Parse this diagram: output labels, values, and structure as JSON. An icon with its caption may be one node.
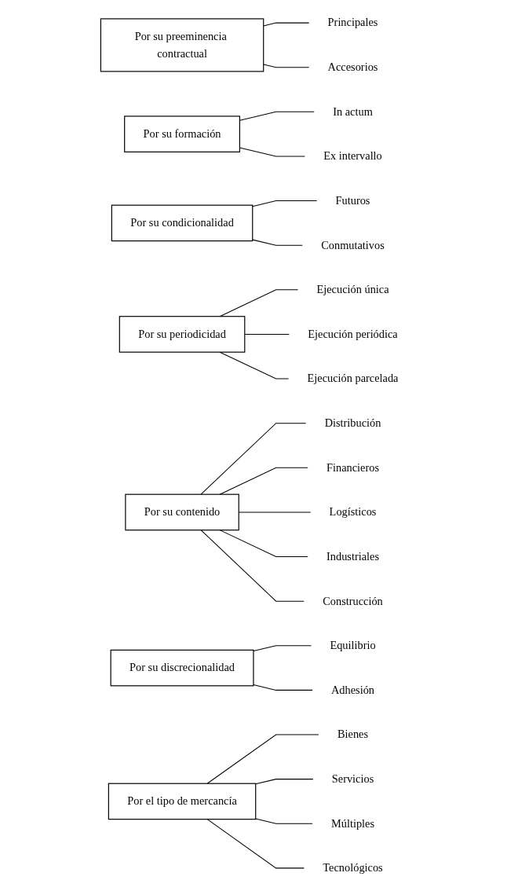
{
  "diagram": {
    "nodes": [
      {
        "text": [
          "Por su preeminencia contractual"
        ]
      },
      {
        "text": [
          "Principales"
        ]
      },
      {
        "text": [
          "Accesorios"
        ]
      },
      {
        "text": [
          "Por su formación"
        ]
      },
      {
        "text": [
          "In actum"
        ]
      },
      {
        "text": [
          "Ex intervallo"
        ]
      },
      {
        "text": [
          "Por su condicionalidad"
        ]
      },
      {
        "text": [
          "Futuros"
        ]
      },
      {
        "text": [
          "Conmutativos"
        ]
      },
      {
        "text": [
          "Por su periodicidad"
        ]
      },
      {
        "text": [
          "Ejecución única"
        ]
      },
      {
        "text": [
          "Ejecución periódica"
        ]
      },
      {
        "text": [
          "Ejecución parcelada"
        ]
      },
      {
        "text": [
          "Por su contenido"
        ]
      },
      {
        "text": [
          "Distribución"
        ]
      },
      {
        "text": [
          "Financieros"
        ]
      },
      {
        "text": [
          "Logísticos"
        ]
      },
      {
        "text": [
          "Industriales"
        ]
      },
      {
        "text": [
          "Construcción"
        ]
      },
      {
        "text": [
          "Por su discrecionalidad"
        ]
      },
      {
        "text": [
          "Equilibrio"
        ]
      },
      {
        "text": [
          "Adhesión"
        ]
      },
      {
        "text": [
          "Por el tipo de mercancía"
        ]
      },
      {
        "text": [
          "Bienes"
        ]
      },
      {
        "text": [
          "Servicios"
        ]
      },
      {
        "text": [
          "Múltiples"
        ]
      },
      {
        "text": [
          "Tecnológicos"
        ]
      }
    ],
    "edges": [
      {
        "from": 0,
        "to": 1,
        "arrow": "none"
      },
      {
        "from": 0,
        "to": 2,
        "arrow": "none"
      },
      {
        "from": 3,
        "to": 4,
        "arrow": "none"
      },
      {
        "from": 3,
        "to": 5,
        "arrow": "none"
      },
      {
        "from": 6,
        "to": 7,
        "arrow": "none"
      },
      {
        "from": 6,
        "to": 8,
        "arrow": "none"
      },
      {
        "from": 9,
        "to": 10,
        "arrow": "none"
      },
      {
        "from": 9,
        "to": 11,
        "arrow": "none"
      },
      {
        "from": 9,
        "to": 12,
        "arrow": "none"
      },
      {
        "from": 13,
        "to": 14,
        "arrow": "none"
      },
      {
        "from": 13,
        "to": 15,
        "arrow": "none"
      },
      {
        "from": 13,
        "to": 16,
        "arrow": "none"
      },
      {
        "from": 13,
        "to": 17,
        "arrow": "none"
      },
      {
        "from": 13,
        "to": 18,
        "arrow": "none"
      },
      {
        "from": 19,
        "to": 20,
        "arrow": "none"
      },
      {
        "from": 19,
        "to": 21,
        "arrow": "none"
      },
      {
        "from": 22,
        "to": 23,
        "arrow": "none"
      },
      {
        "from": 22,
        "to": 24,
        "arrow": "none"
      },
      {
        "from": 22,
        "to": 25,
        "arrow": "none"
      },
      {
        "from": 22,
        "to": 26,
        "arrow": "none"
      }
    ]
  }
}
